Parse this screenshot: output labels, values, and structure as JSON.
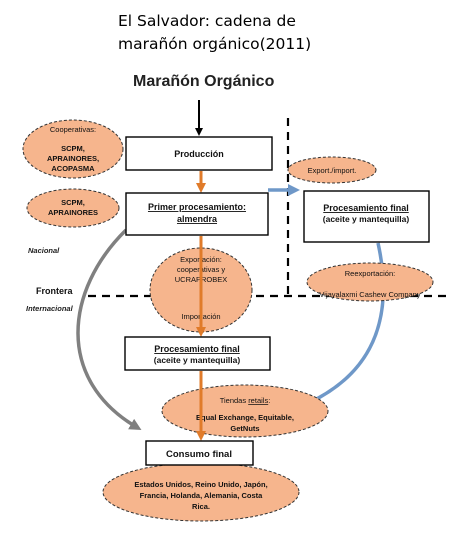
{
  "title_line1": "El Salvador: cadena de",
  "title_line2": "marañón orgánico(2011)",
  "subtitle": "Marañón Orgánico",
  "boxes": {
    "produccion": "Producción",
    "primer_line1": "Primer procesamiento:",
    "primer_line2": "almendra",
    "proc_final_right_line1": "Procesamiento final",
    "proc_final_right_line2": "(aceite y mantequilla)",
    "proc_final_mid_line1": "Procesamiento final",
    "proc_final_mid_line2": "(aceite y mantequilla)",
    "consumo": "Consumo final"
  },
  "ellipses": {
    "cooperativas_label": "Cooperativas:",
    "cooperativas_line1": "SCPM,",
    "cooperativas_line2": "APRAINORES,",
    "cooperativas_line3": "ACOPASMA",
    "scpm_line1": "SCPM,",
    "scpm_line2": "APRAINORES",
    "export_import": "Export./import.",
    "exportacion_line1": "Exportación:",
    "exportacion_line2": "cooperativas y",
    "exportacion_line3": "UCRAPROBEX",
    "importacion": "Importación",
    "reexportacion_label": "Reexportación:",
    "reexportacion_company": "Vijayalaxmi Cashew Company",
    "tiendas_prefix": "Tiendas ",
    "tiendas_retails": "retails",
    "tiendas_suffix": ":",
    "tiendas_line2": "Equal Exchange, Equitable,",
    "tiendas_line3": "GetNuts",
    "consumo_line1": "Estados Unidos, Reino Unido, Japón,",
    "consumo_line2": "Francia, Holanda, Alemania, Costa",
    "consumo_line3": "Rica."
  },
  "labels": {
    "nacional": "Nacional",
    "frontera": "Frontera",
    "internacional": "Internacional"
  },
  "colors": {
    "ellipse_fill": "#f6b58d",
    "orange_arrow": "#e07b2a",
    "blue_arrow": "#6f98c8",
    "gray_arrow": "#808080"
  }
}
